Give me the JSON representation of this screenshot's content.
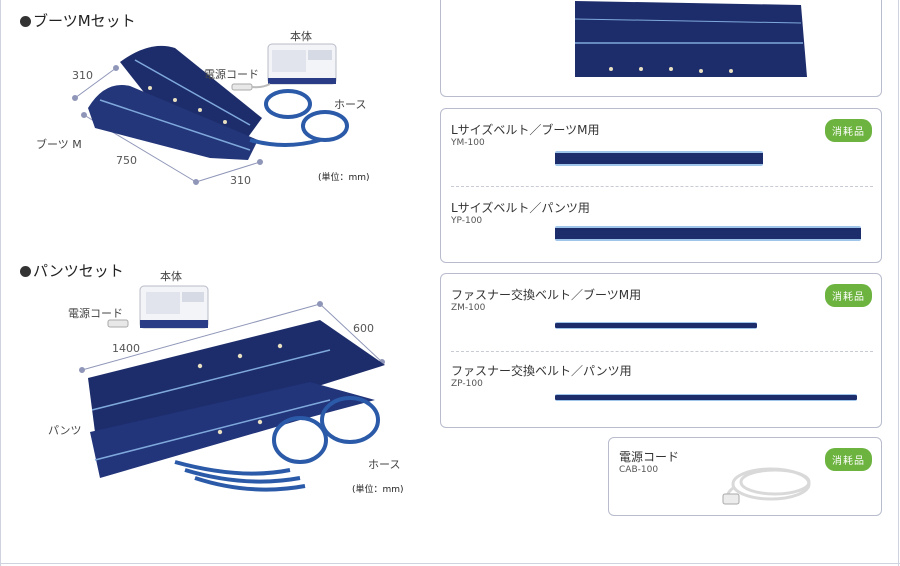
{
  "boots_set": {
    "title": "ブーツMセット",
    "label_main_unit": "本体",
    "label_power_cord": "電源コード",
    "label_hose": "ホース",
    "label_boots": "ブーツ M",
    "dim_width_top": "310",
    "dim_length": "750",
    "dim_width_bottom": "310",
    "unit_note": "(単位：mm)"
  },
  "pants_set": {
    "title": "パンツセット",
    "label_main_unit": "本体",
    "label_power_cord": "電源コード",
    "label_pants": "パンツ",
    "label_hose": "ホース",
    "dim_length": "1400",
    "dim_width": "600",
    "unit_note": "(単位：mm)"
  },
  "parts": [
    {
      "name": "Lサイズベルト／ブーツM用",
      "code": "YM-100",
      "badge": "消耗品"
    },
    {
      "name": "Lサイズベルト／パンツ用",
      "code": "YP-100"
    },
    {
      "name": "ファスナー交換ベルト／ブーツM用",
      "code": "ZM-100",
      "badge": "消耗品"
    },
    {
      "name": "ファスナー交換ベルト／パンツ用",
      "code": "ZP-100"
    },
    {
      "name": "電源コード",
      "code": "CAB-100",
      "badge": "消耗品"
    }
  ],
  "colors": {
    "navy": "#1d2d6b",
    "badge_green": "#6cb33f",
    "panel_border": "#b9bccd"
  }
}
